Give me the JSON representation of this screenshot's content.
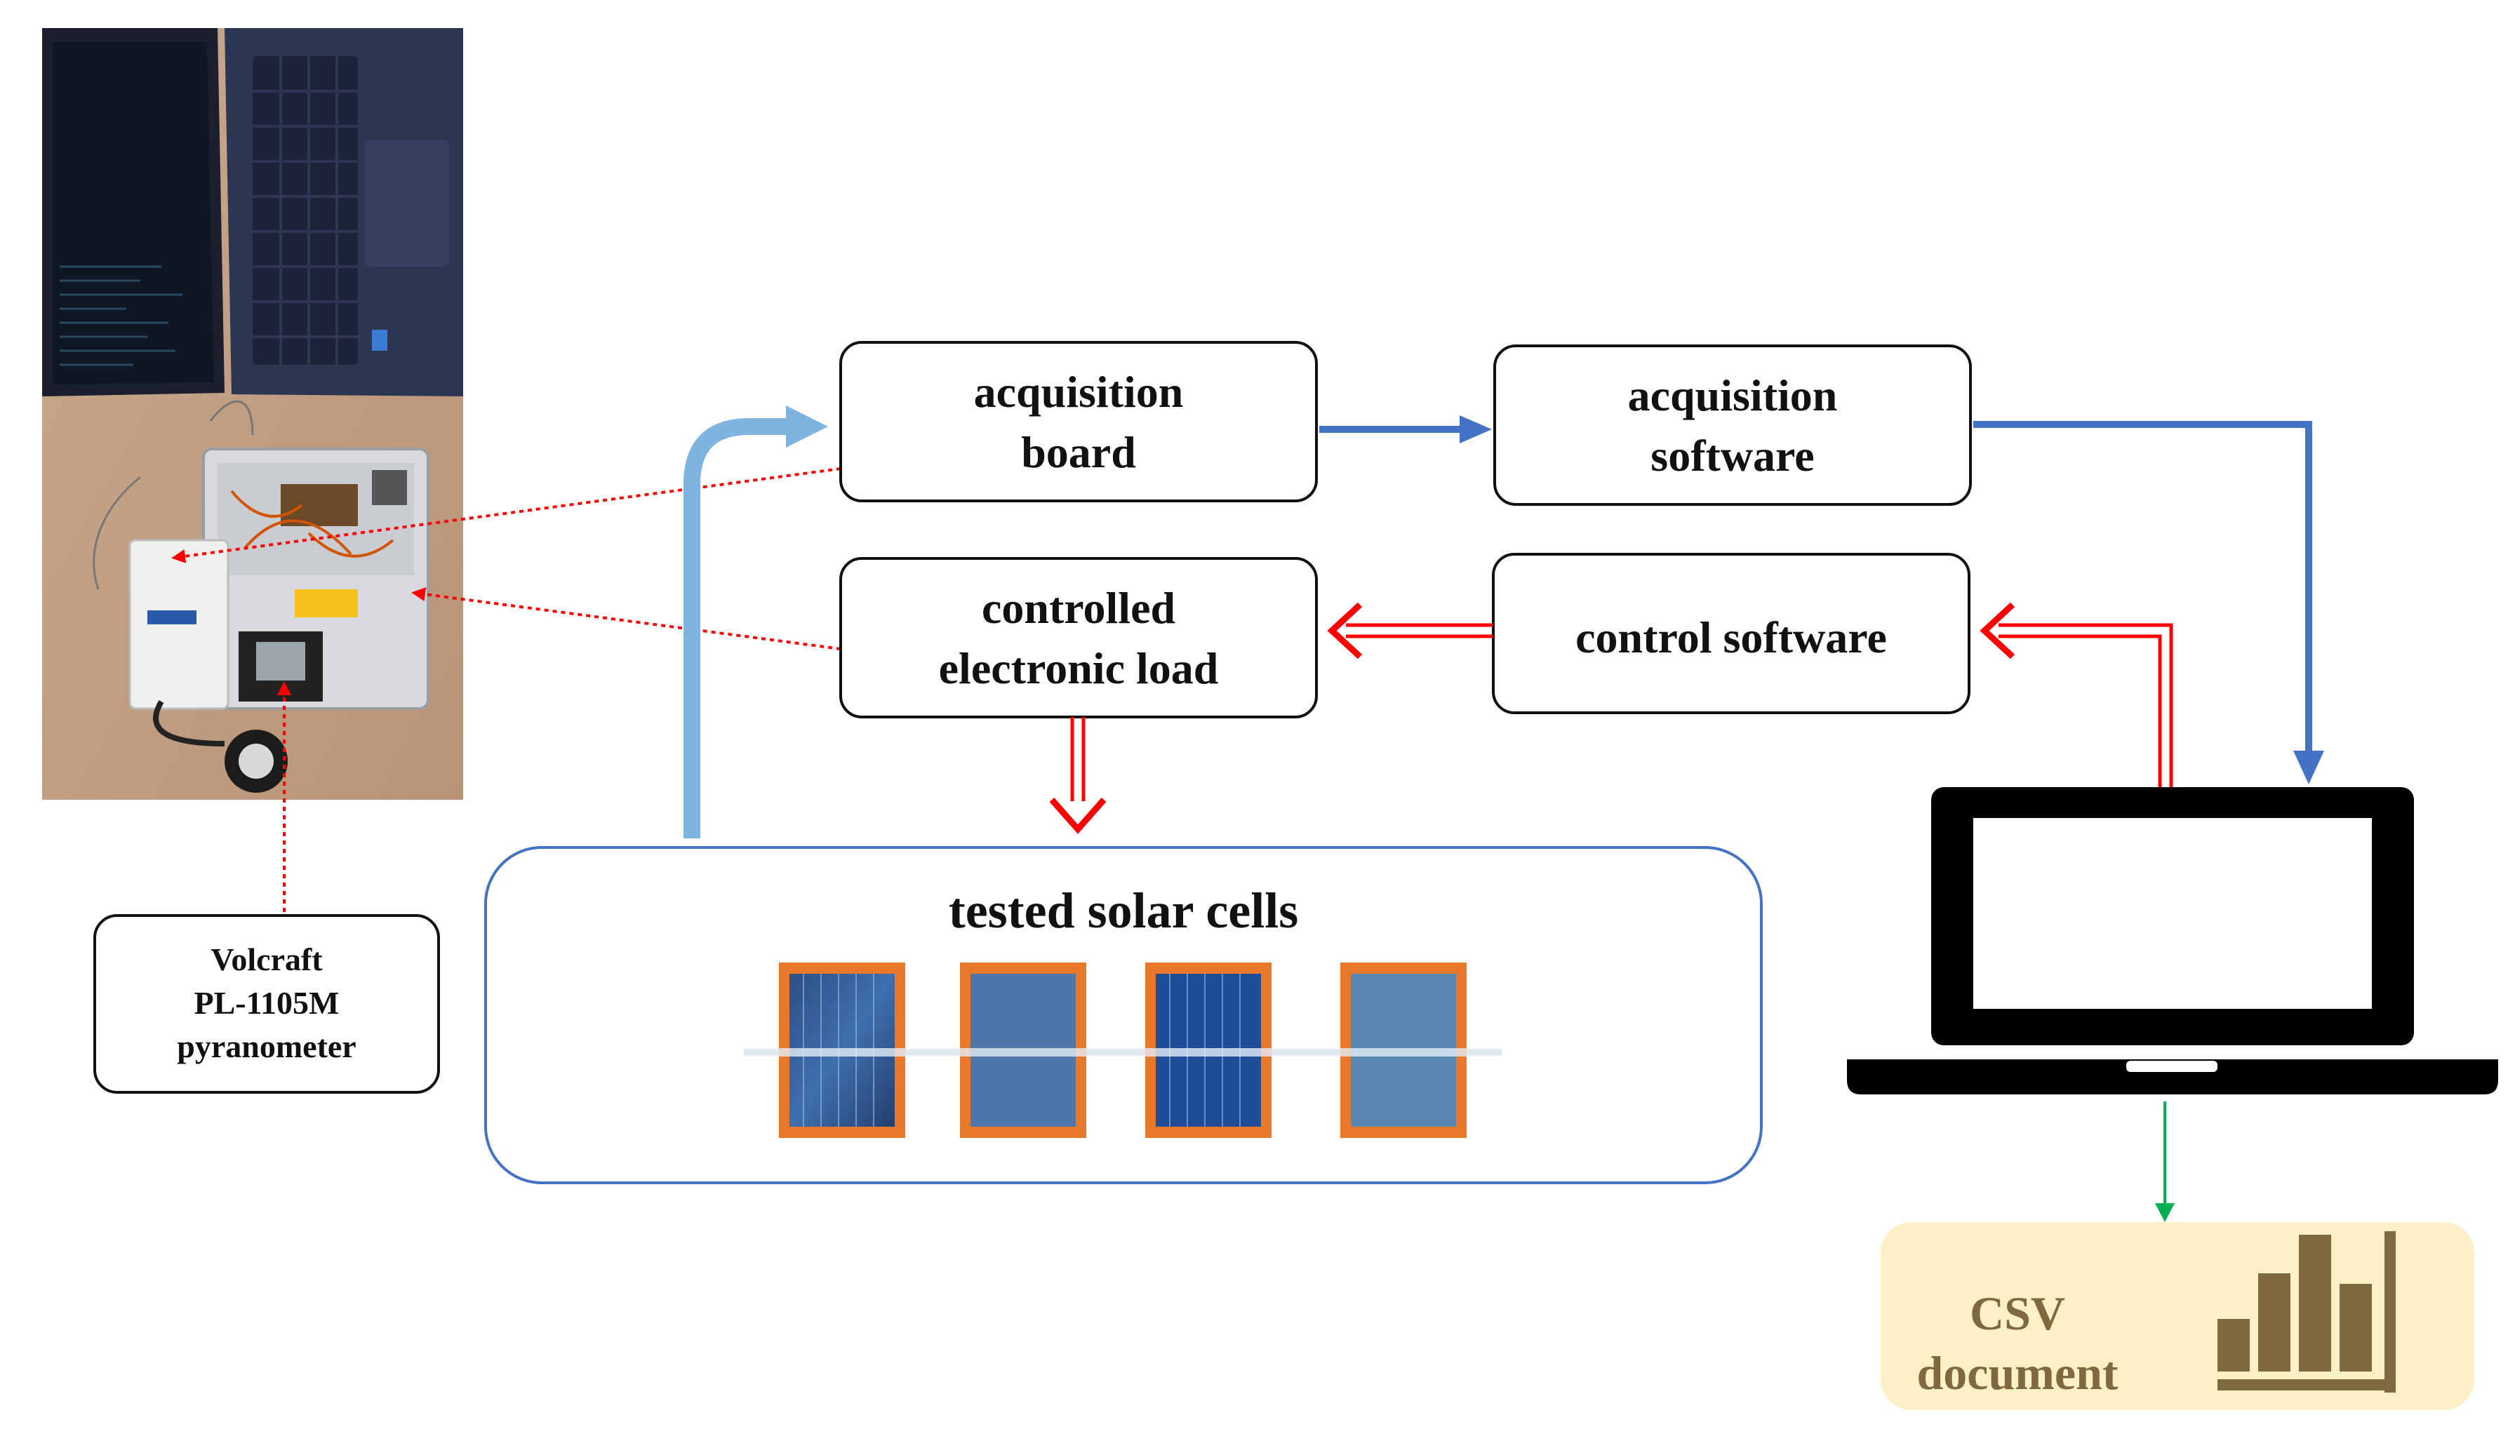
{
  "blocks": {
    "acquisition_board": {
      "line1": "acquisition",
      "line2": "board"
    },
    "acquisition_software": {
      "line1": "acquisition",
      "line2": "software"
    },
    "controlled_load": {
      "line1": "controlled",
      "line2": "electronic load"
    },
    "control_software": {
      "label": "control software"
    }
  },
  "pyranometer": {
    "line1": "Volcraft",
    "line2": "PL-1105M",
    "line3": "pyranometer"
  },
  "solar_panel": {
    "title": "tested solar cells"
  },
  "csv": {
    "line1": "CSV",
    "line2": "document"
  },
  "icons": [
    "photo-setup",
    "laptop-icon",
    "bar-chart-icon",
    "solar-cell-icon"
  ],
  "colors": {
    "data_flow": "#4472c4",
    "control_flow": "#ff0000",
    "signal_flow": "#7fb3e0",
    "output_flow": "#00b050",
    "csv_fill": "#fdefc6",
    "csv_text": "#7f6a3e"
  }
}
